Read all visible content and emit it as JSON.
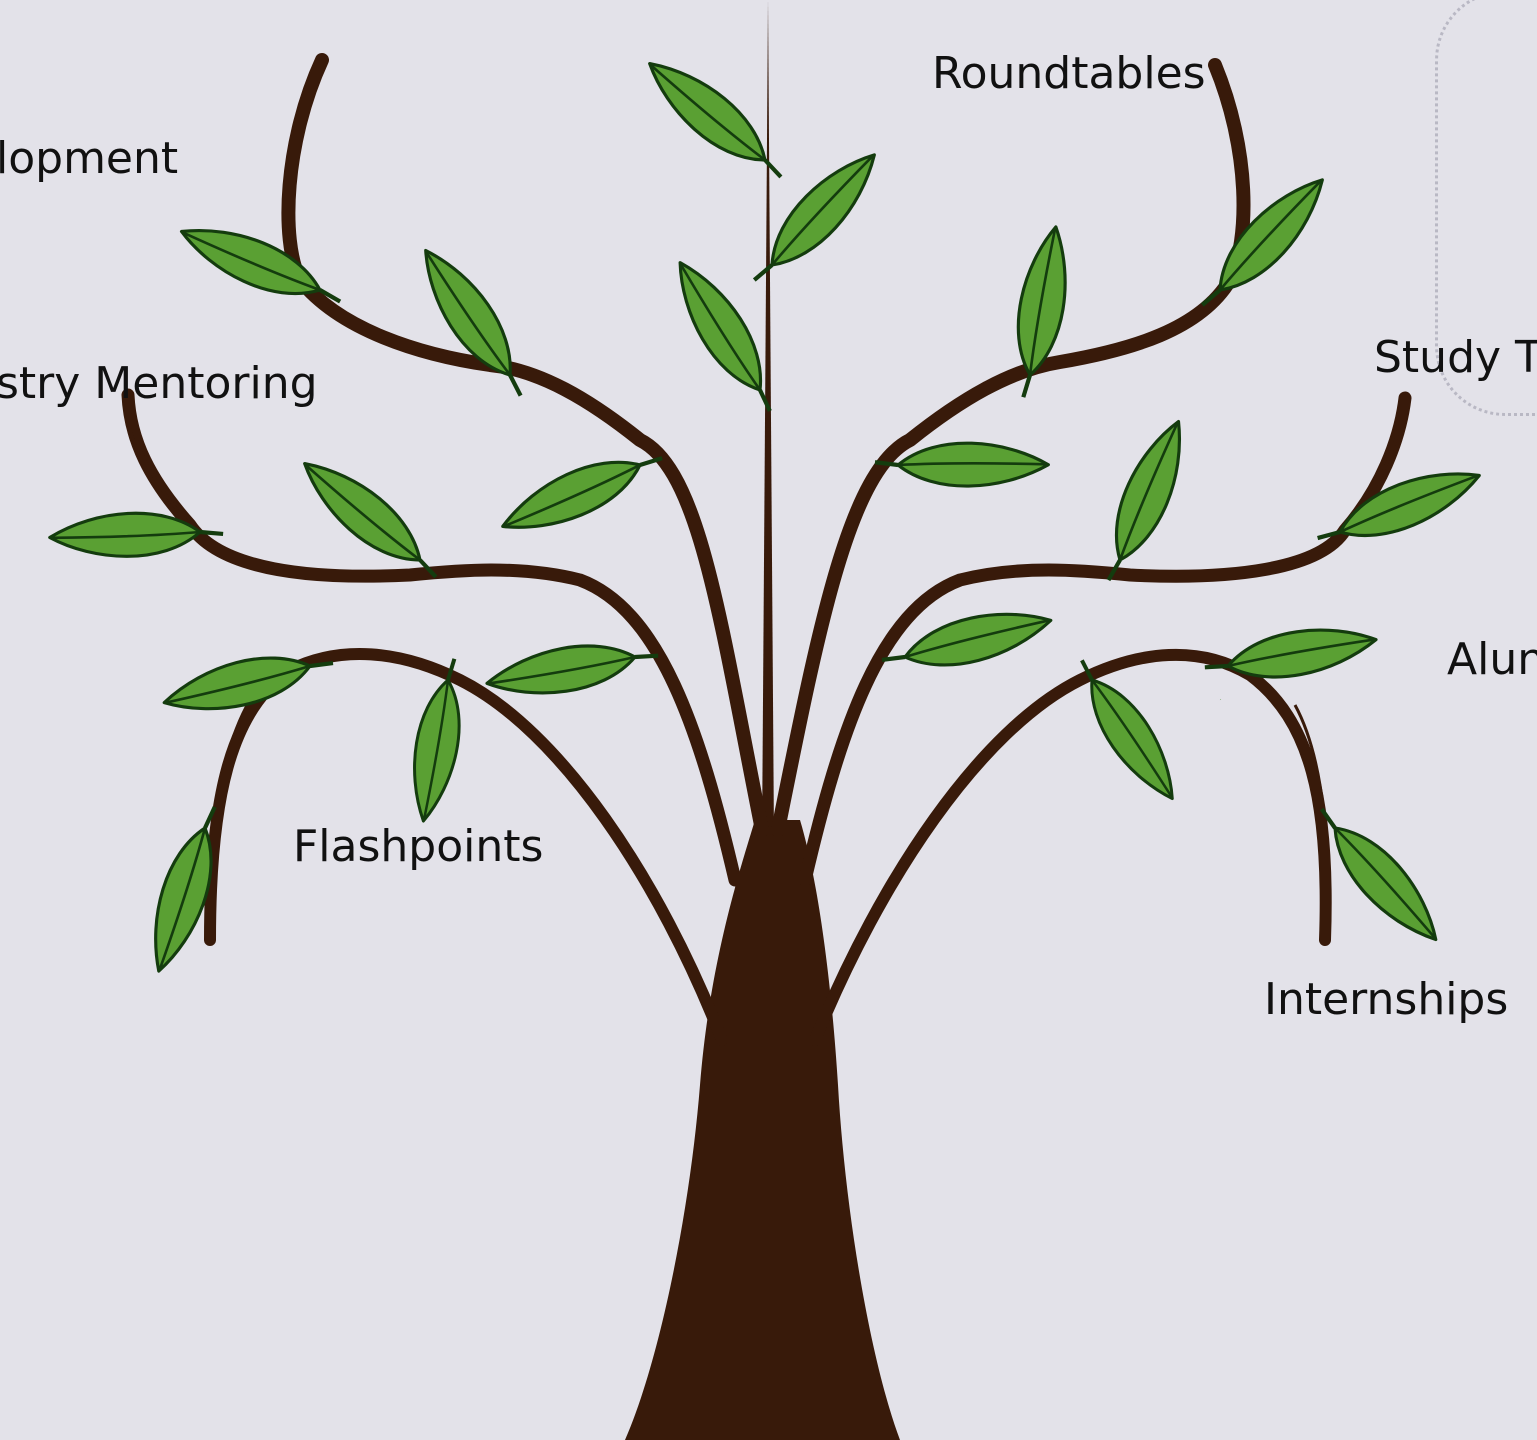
{
  "labels": {
    "development": "lopment",
    "roundtables": "Roundtables",
    "industry_mentoring": "stry Mentoring",
    "study_tours": "Study T",
    "alumni": "Alun",
    "flashpoints": "Flashpoints",
    "internships": "Internships"
  },
  "colors": {
    "background": "#e3e2e9",
    "trunk": "#381a0a",
    "leaf_fill": "#5aa033",
    "leaf_stroke": "#143c0e",
    "text": "#111111"
  }
}
